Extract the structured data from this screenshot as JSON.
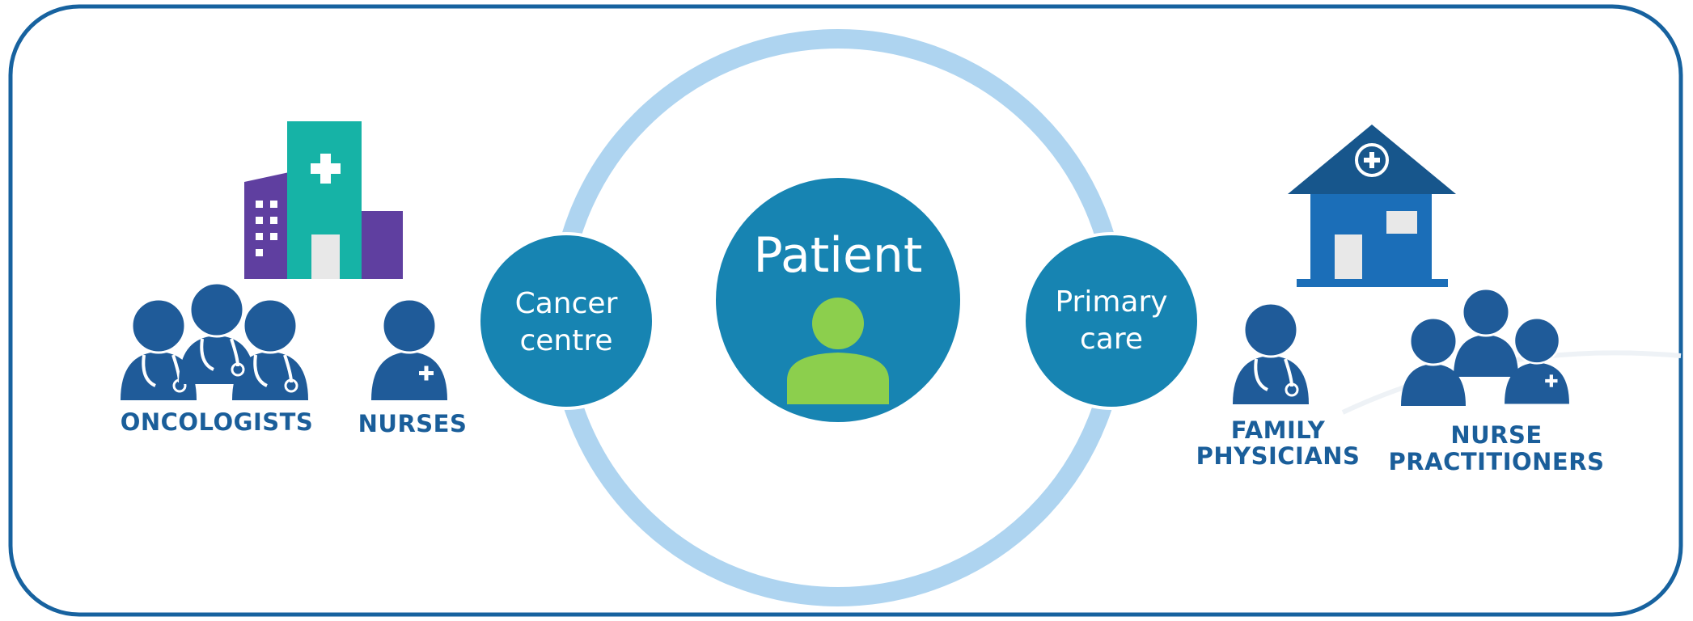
{
  "center": {
    "label": "Patient"
  },
  "left_node": {
    "line1": "Cancer",
    "line2": "centre"
  },
  "right_node": {
    "line1": "Primary",
    "line2": "care"
  },
  "labels": {
    "oncologists": "ONCOLOGISTS",
    "nurses": "NURSES",
    "family_physicians_1": "FAMILY",
    "family_physicians_2": "PHYSICIANS",
    "nurse_practitioners_1": "NURSE",
    "nurse_practitioners_2": "PRACTITIONERS"
  },
  "colors": {
    "frame": "#17629f",
    "ring": "#aed4f0",
    "node": "#1784b2",
    "patient_icon": "#8ccf4d",
    "person_icon": "#1f5b99",
    "label_text": "#1a5e9a",
    "hospital_teal": "#16b3a6",
    "hospital_purple": "#5f3fa0",
    "clinic_blue": "#1b6eb8",
    "clinic_roof": "#17568c"
  },
  "icons": [
    "hospital-icon",
    "clinic-icon",
    "doctor-icon",
    "nurse-icon",
    "group-icon",
    "person-icon",
    "plus-icon"
  ]
}
